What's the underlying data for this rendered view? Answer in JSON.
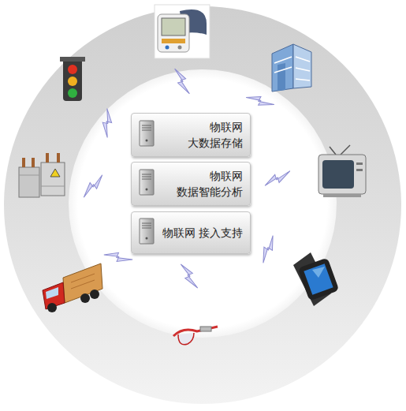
{
  "diagram": {
    "nodes": [
      {
        "text": [
          "物联网 大数据存储"
        ]
      },
      {
        "text": [
          "物联网 数据智能分析"
        ]
      },
      {
        "text": [
          "物联网 接入支持"
        ]
      }
    ]
  }
}
